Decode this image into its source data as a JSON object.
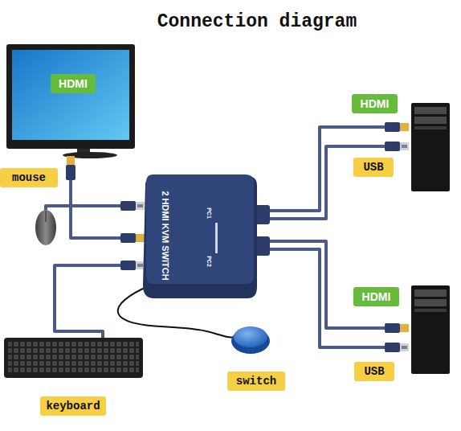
{
  "diagram": {
    "title": "Connection diagram",
    "nodes": [
      {
        "text": [
          "HDMI"
        ]
      },
      {
        "text": [
          "HDMI"
        ]
      },
      {
        "text": [
          "USB"
        ]
      },
      {
        "text": [
          "mouse"
        ]
      },
      {
        "text": [
          "2 HDMI KVM SWITCH",
          "PC1",
          "PC2"
        ]
      },
      {
        "text": [
          "HDMI"
        ]
      },
      {
        "text": [
          "USB"
        ]
      },
      {
        "text": [
          "switch"
        ]
      },
      {
        "text": [
          "keyboard"
        ]
      }
    ]
  }
}
